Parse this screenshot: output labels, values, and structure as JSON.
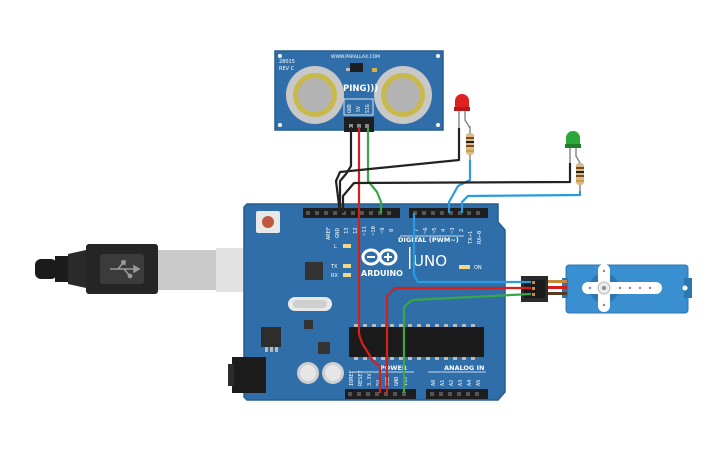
{
  "ping": {
    "code": "28015",
    "rev": "REV C",
    "url": "WWW.PARALLAX.COM",
    "brand": "PING)))",
    "pins": [
      "GND",
      "5V",
      "SIG"
    ]
  },
  "arduino": {
    "logo_text": "ARDUINO",
    "model": "UNO",
    "digital_label": "DIGITAL (PWM~)",
    "power_label": "POWER",
    "analog_label": "ANALOG IN",
    "on_label": "ON",
    "tx_label": "TX",
    "rx_label": "RX",
    "l_label": "L",
    "top_header_pins": [
      "AREF",
      "GND",
      "13",
      "12",
      "~11",
      "~10",
      "~9",
      "8",
      "7",
      "~6",
      "~5",
      "4",
      "~3",
      "2",
      "TX→1",
      "RX←0"
    ],
    "power_pins": [
      "IOREF",
      "RESET",
      "3.3V",
      "5V",
      "GND",
      "GND",
      "Vin"
    ],
    "analog_pins": [
      "A0",
      "A1",
      "A2",
      "A3",
      "A4",
      "A5"
    ]
  },
  "components": {
    "led_red_color": "#e01f1f",
    "led_green_color": "#2aa838",
    "board_color": "#2f6ea8",
    "servo_color": "#3a8fd0"
  },
  "wire_colors": {
    "black": "#222222",
    "red": "#d41f1f",
    "green": "#3aa64a",
    "blue": "#2b9ae0"
  }
}
